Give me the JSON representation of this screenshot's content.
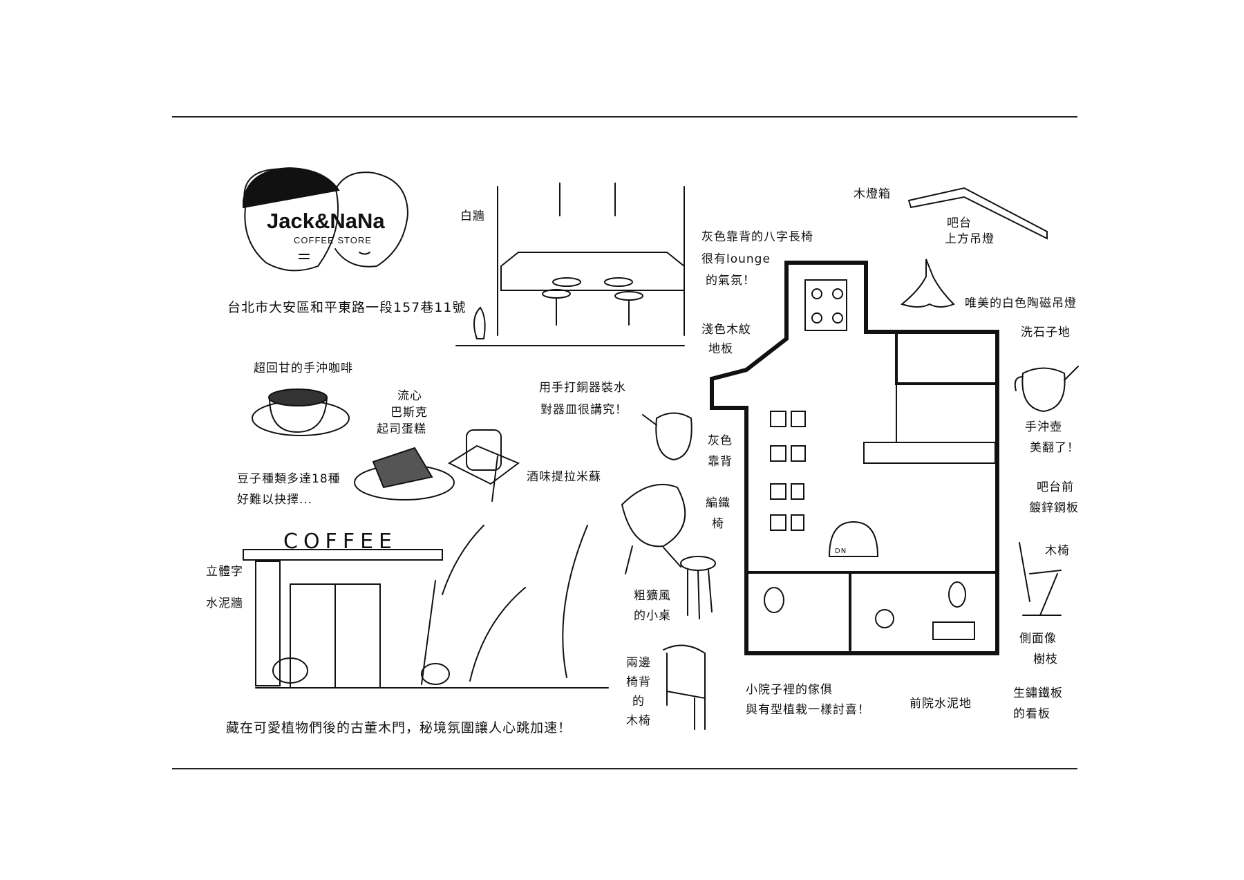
{
  "logo": {
    "name": "Jack&NaNa",
    "subtitle": "COFFEE STORE"
  },
  "address": "台北市大安區和平東路一段157巷11號",
  "storefront_sign": "COFFEE",
  "labels": {
    "white_wall": "白牆",
    "bench_1": "灰色靠背的八字長椅",
    "bench_2": "很有lounge",
    "bench_3": "的氣氛！",
    "wood_lightbox": "木燈箱",
    "bar_light_1": "吧台",
    "bar_light_2": "上方吊燈",
    "ceramic_lamp": "唯美的白色陶磁吊燈",
    "floor_1": "淺色木紋",
    "floor_2": "地板",
    "terrazzo": "洗石子地",
    "pour_over": "超回甘的手沖咖啡",
    "cake_1": "流心",
    "cake_2": "巴斯克",
    "cake_3": "起司蛋糕",
    "copper_1": "用手打銅器裝水",
    "copper_2": "對器皿很講究！",
    "kettle_1": "手沖壺",
    "kettle_2": "美翻了！",
    "grey_back_1": "灰色",
    "grey_back_2": "靠背",
    "beans_1": "豆子種類多達18種",
    "beans_2": "好難以抉擇...",
    "tiramisu": "酒味提拉米蘇",
    "bar_front_1": "吧台前",
    "bar_front_2": "鍍鋅鋼板",
    "woven_1": "編織",
    "woven_2": "椅",
    "wood_chair": "木椅",
    "letters": "立體字",
    "cement_wall": "水泥牆",
    "rustic_1": "粗獷風",
    "rustic_2": "的小桌",
    "branch_1": "側面像",
    "branch_2": "樹枝",
    "armchair_1": "兩邊",
    "armchair_2": "椅背",
    "armchair_3": "的",
    "armchair_4": "木椅",
    "yard_1": "小院子裡的傢俱",
    "yard_2": "與有型植栽一樣討喜！",
    "front_yard": "前院水泥地",
    "rust_sign_1": "生鏽鐵板",
    "rust_sign_2": "的看板",
    "door_caption": "藏在可愛植物們後的古董木門，秘境氛圍讓人心跳加速！",
    "stairs": "DN"
  }
}
